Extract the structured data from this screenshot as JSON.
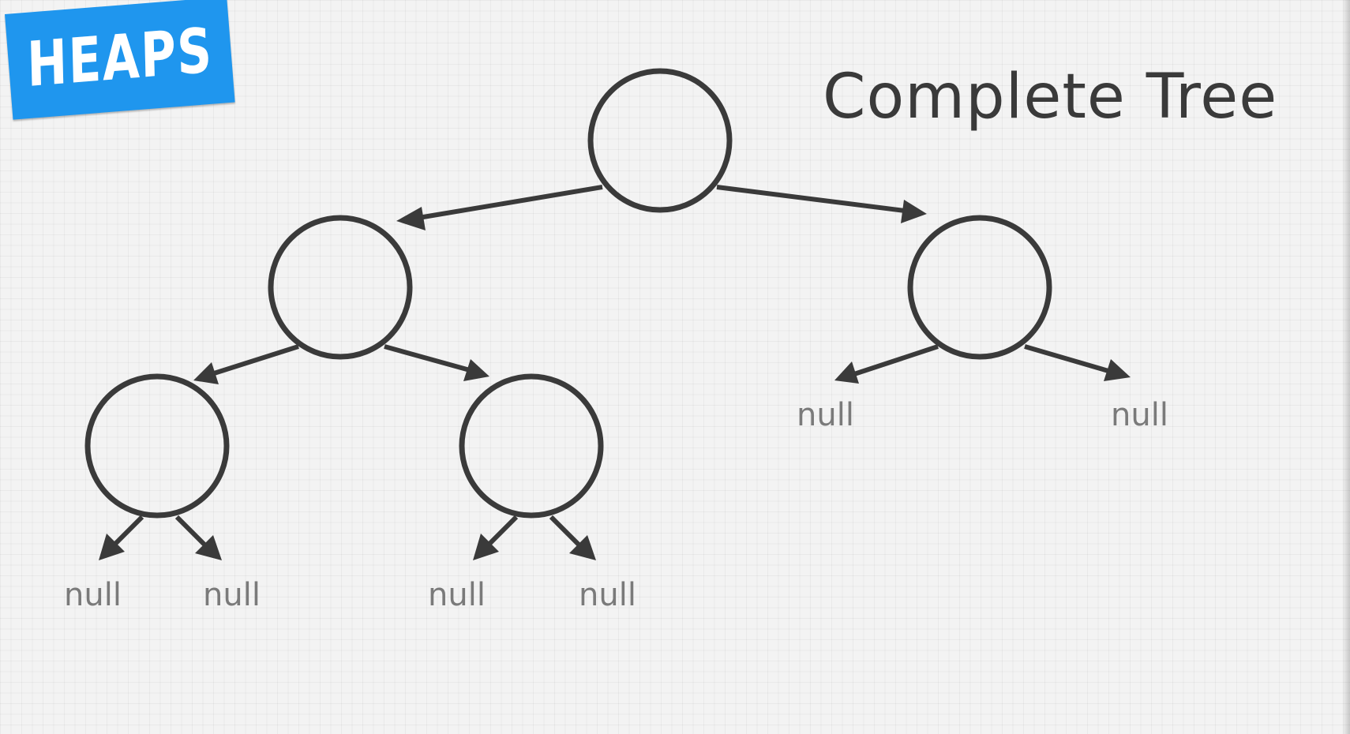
{
  "badge": {
    "label": "HEAPS",
    "color": "#1f96ee"
  },
  "title": "Complete Tree",
  "tree": {
    "nodes": [
      "root",
      "left",
      "right",
      "left-left",
      "left-right"
    ],
    "null_label": "null",
    "null_count": 6
  },
  "colors": {
    "stroke": "#3a3a3a",
    "null_text": "#7a7a7a",
    "background": "#f3f3f3"
  }
}
